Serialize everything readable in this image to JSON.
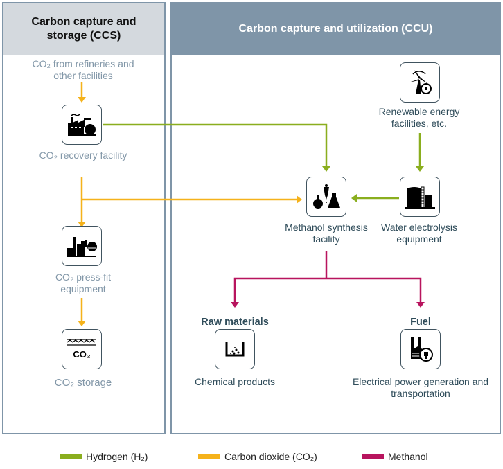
{
  "ccs": {
    "title": "Carbon capture and storage (CCS)",
    "nodes": {
      "source": "CO₂ from refineries and other facilities",
      "recovery": "CO₂ recovery facility",
      "pressfit": "CO₂ press-fit equipment",
      "storage": "CO₂ storage"
    }
  },
  "ccu": {
    "title": "Carbon capture and utilization (CCU)",
    "nodes": {
      "renewable": "Renewable energy facilities, etc.",
      "methanol": "Methanol synthesis facility",
      "electrolysis": "Water electrolysis equipment",
      "raw_heading": "Raw materials",
      "raw": "Chemical products",
      "fuel_heading": "Fuel",
      "fuel": "Electrical power generation and transportation"
    },
    "storage_icon_text": "CO₂"
  },
  "legend": [
    {
      "label": "Hydrogen (H₂)",
      "color": "#8aae1e"
    },
    {
      "label": "Carbon dioxide (CO₂)",
      "color": "#f5b21b"
    },
    {
      "label": "Methanol",
      "color": "#b8145e"
    }
  ],
  "colors": {
    "hydrogen": "#8aae1e",
    "co2": "#f5b21b",
    "methanol": "#b8145e",
    "panel_border": "#7f95a8"
  }
}
